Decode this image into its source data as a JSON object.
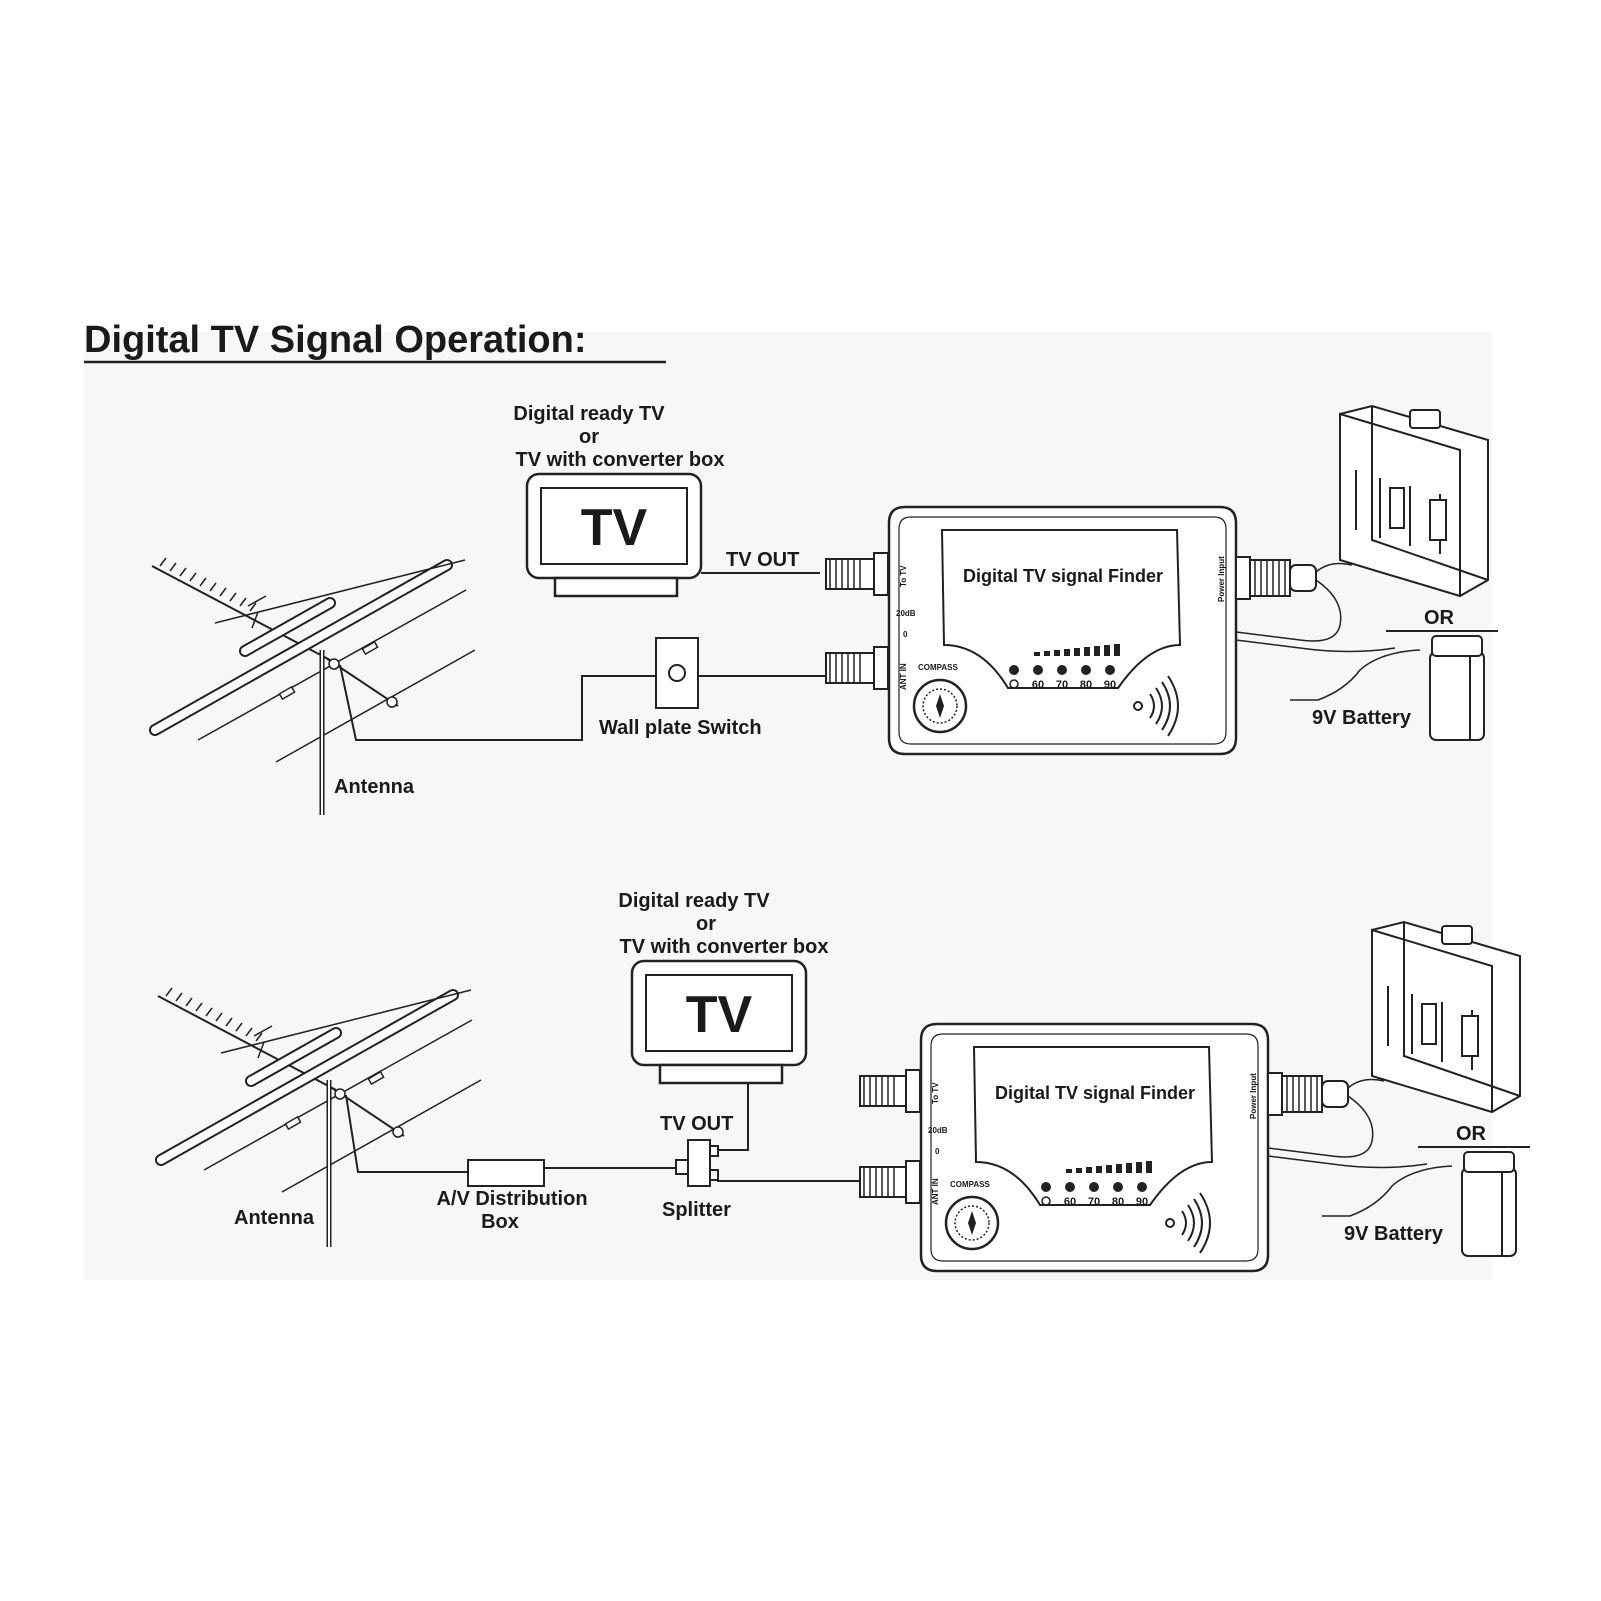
{
  "title": "Digital TV Signal Operation:",
  "devices": [
    {
      "tv_caption": [
        "Digital ready TV",
        "or",
        "TV with converter box"
      ],
      "tv_text": "TV",
      "tv_out_label": "TV OUT",
      "finder_title": "Digital TV signal Finder",
      "port_to_tv": "To TV",
      "port_ant_in": "ANT IN",
      "attenuator": [
        "20dB",
        "0"
      ],
      "compass_label": "COMPASS",
      "scale_labels": [
        "60",
        "70",
        "80",
        "90"
      ],
      "power_input": "Power Input",
      "or_label": "OR",
      "battery_label": "9V Battery",
      "antenna_label": "Antenna",
      "connector_label": "Wall plate Switch"
    },
    {
      "tv_caption": [
        "Digital ready TV",
        "or",
        "TV with converter box"
      ],
      "tv_text": "TV",
      "tv_out_label": "TV OUT",
      "finder_title": "Digital TV signal Finder",
      "port_to_tv": "To TV",
      "port_ant_in": "ANT IN",
      "attenuator": [
        "20dB",
        "0"
      ],
      "compass_label": "COMPASS",
      "scale_labels": [
        "60",
        "70",
        "80",
        "90"
      ],
      "power_input": "Power Input",
      "or_label": "OR",
      "battery_label": "9V Battery",
      "antenna_label": "Antenna",
      "distribution_label": [
        "A/V Distribution",
        "Box"
      ],
      "splitter_label": "Splitter"
    }
  ],
  "colors": {
    "ink": "#222222",
    "panel": "#f7f7f7",
    "background": "#ffffff"
  }
}
